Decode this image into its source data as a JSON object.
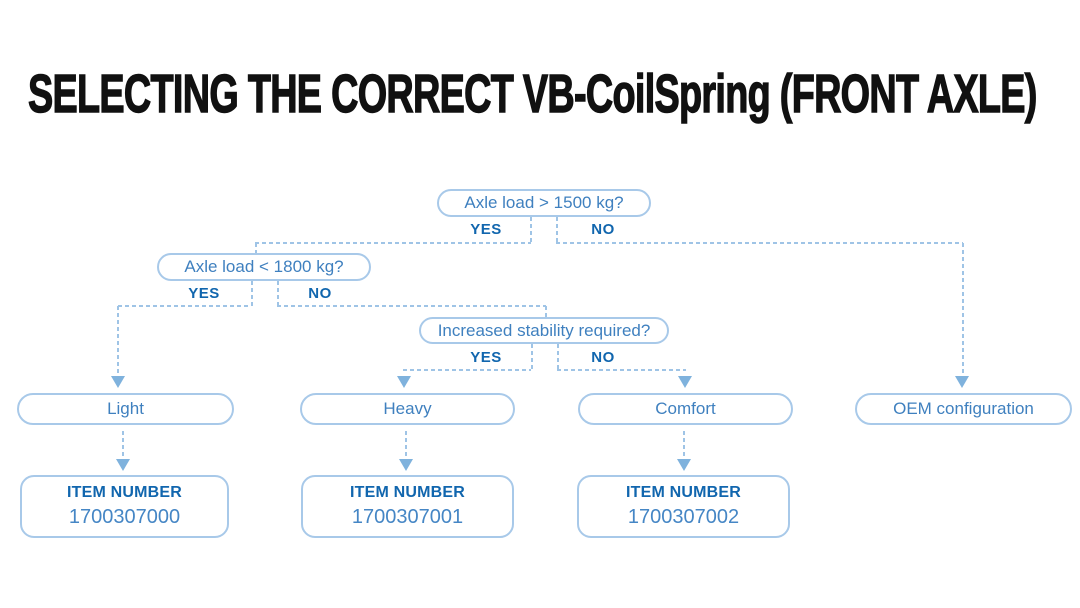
{
  "title": "SELECTING THE CORRECT VB-CoilSpring (FRONT AXLE)",
  "colors": {
    "title_text": "#111111",
    "box_border": "#a8c9e9",
    "dashed_line": "#9fc4e6",
    "arrow": "#7fb2dd",
    "question_text": "#3f80bf",
    "bold_label_text": "#1166ae",
    "item_number_text": "#4586c5",
    "background": "#ffffff"
  },
  "flowchart": {
    "decisions": [
      {
        "question": "Axle load > 1500 kg?",
        "yes_label": "YES",
        "no_label": "NO"
      },
      {
        "question": "Axle load < 1800 kg?",
        "yes_label": "YES",
        "no_label": "NO"
      },
      {
        "question": "Increased stability required?",
        "yes_label": "YES",
        "no_label": "NO"
      }
    ],
    "outcomes": [
      {
        "label": "Light",
        "item_number_label": "ITEM NUMBER",
        "item_number": "1700307000"
      },
      {
        "label": "Heavy",
        "item_number_label": "ITEM NUMBER",
        "item_number": "1700307001"
      },
      {
        "label": "Comfort",
        "item_number_label": "ITEM NUMBER",
        "item_number": "1700307002"
      },
      {
        "label": "OEM configuration"
      }
    ]
  }
}
